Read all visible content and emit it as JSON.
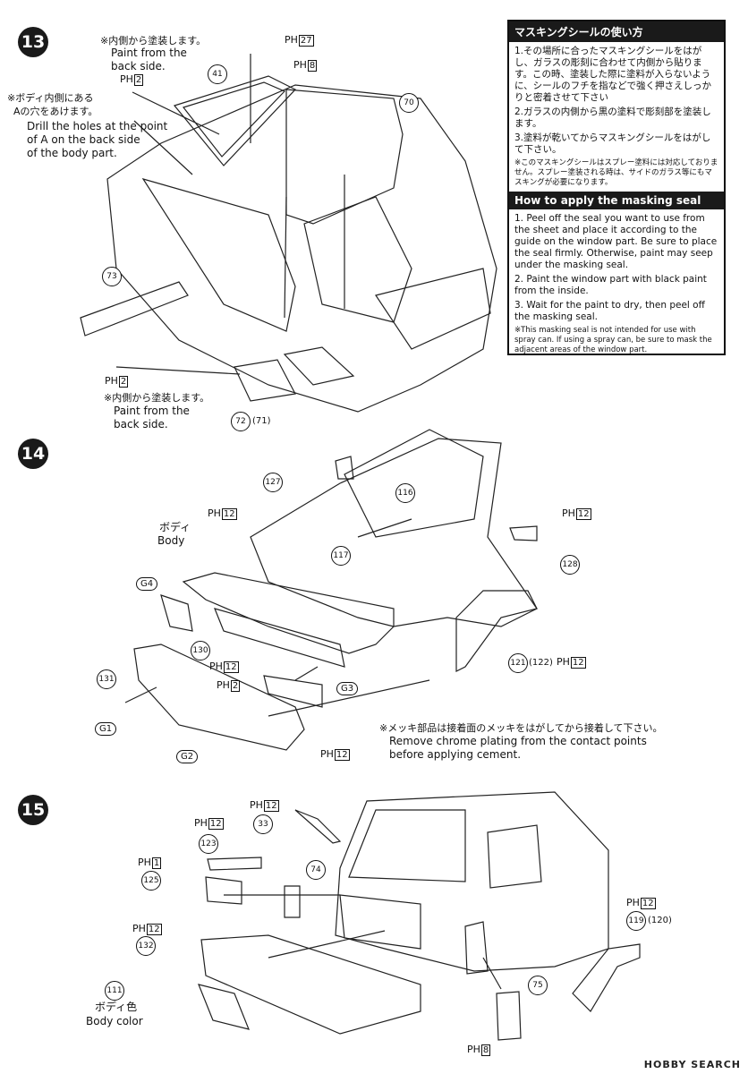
{
  "steps": {
    "s13": {
      "number": "13",
      "note_top_jp": "※内側から塗装します。",
      "note_top_en": "Paint from the\nback side.",
      "note_left_jp": "※ボディ内側にある\n  Aの穴をあけます。",
      "note_left_en": "Drill the holes at the point\nof A on the back side\nof the body part.",
      "note_bottom_jp": "※内側から塗装します。",
      "note_bottom_en": "Paint from the\nback side.",
      "parts": {
        "p41": "41",
        "p70": "70",
        "p73": "73",
        "p72": "72",
        "p71": "(71)"
      },
      "ph": {
        "a": "27",
        "b": "8",
        "c": "2",
        "d": "2"
      }
    },
    "s14": {
      "number": "14",
      "body_jp": "ボディ",
      "body_en": "Body",
      "chrome_jp": "※メッキ部品は接着面のメッキをはがしてから接着して下さい。",
      "chrome_en": "Remove chrome plating from the contact points\nbefore applying cement.",
      "parts": {
        "p127": "127",
        "p116": "116",
        "p117": "117",
        "p128": "128",
        "p130": "130",
        "p131": "131",
        "p121": "121",
        "p122": "(122)",
        "g1": "G1",
        "g2": "G2",
        "g3": "G3",
        "g4": "G4"
      },
      "ph": {
        "a": "12",
        "b": "12",
        "c": "12",
        "d": "2",
        "e": "12",
        "f": "12"
      }
    },
    "s15": {
      "number": "15",
      "body_color_jp": "ボディ色",
      "body_color_en": "Body color",
      "parts": {
        "p33": "33",
        "p123": "123",
        "p125": "125",
        "p74": "74",
        "p132": "132",
        "p111": "111",
        "p119": "119",
        "p120": "(120)",
        "p75": "75"
      },
      "ph": {
        "a": "12",
        "b": "12",
        "c": "1",
        "d": "12",
        "e": "12",
        "f": "8"
      }
    }
  },
  "ph_label": "PH",
  "masking": {
    "title_jp": "マスキングシールの使い方",
    "items_jp": [
      "1.その場所に合ったマスキングシールをはがし、ガラスの彫刻に合わせて内側から貼ります。この時、塗装した際に塗料が入らないように、シールのフチを指などで強く押さえしっかりと密着させて下さい",
      "2.ガラスの内側から黒の塗料で彫刻部を塗装します。",
      "3.塗料が乾いてからマスキングシールをはがして下さい。"
    ],
    "foot_jp": "※このマスキングシールはスプレー塗料には対応しておりません。スプレー塗装される時は、サイドのガラス等にもマスキングが必要になります。",
    "title_en": "How to apply the masking seal",
    "items_en": [
      "1. Peel off the seal you want to use from the sheet and place it according to the guide on the window part. Be sure to place the seal firmly. Otherwise, paint may seep under the masking seal.",
      "2. Paint the window part with black paint from the inside.",
      "3. Wait for the paint to dry, then peel off the masking seal."
    ],
    "foot_en": "※This masking seal is not intended for use with spray can. If using a spray can, be sure to mask the adjacent areas of the window part."
  },
  "watermark": "HOBBY SEARCH"
}
